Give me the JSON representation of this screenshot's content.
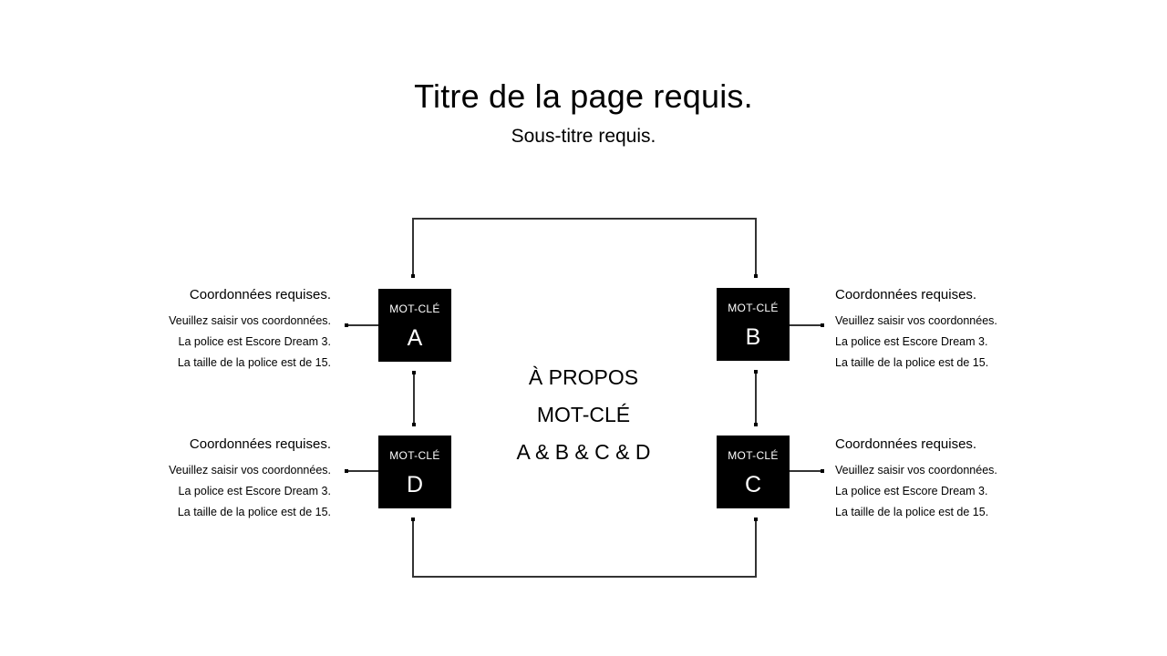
{
  "page": {
    "title": "Titre de la page requis.",
    "subtitle": "Sous-titre requis."
  },
  "center": {
    "line1": "À PROPOS",
    "line2": "MOT-CLÉ",
    "line3": "A & B & C & D"
  },
  "boxes": [
    {
      "id": "A",
      "keyword": "MOT-CLÉ",
      "letter": "A"
    },
    {
      "id": "B",
      "keyword": "MOT-CLÉ",
      "letter": "B"
    },
    {
      "id": "C",
      "keyword": "MOT-CLÉ",
      "letter": "C"
    },
    {
      "id": "D",
      "keyword": "MOT-CLÉ",
      "letter": "D"
    }
  ],
  "info": [
    {
      "for": "A",
      "heading": "Coordonnées requises.",
      "lines": [
        "Veuillez saisir vos coordonnées.",
        "La police est Escore Dream 3.",
        "La taille de la police est de 15."
      ]
    },
    {
      "for": "B",
      "heading": "Coordonnées requises.",
      "lines": [
        "Veuillez saisir vos coordonnées.",
        "La police est Escore Dream 3.",
        "La taille de la police est de 15."
      ]
    },
    {
      "for": "C",
      "heading": "Coordonnées requises.",
      "lines": [
        "Veuillez saisir vos coordonnées.",
        "La police est Escore Dream 3.",
        "La taille de la police est de 15."
      ]
    },
    {
      "for": "D",
      "heading": "Coordonnées requises.",
      "lines": [
        "Veuillez saisir vos coordonnées.",
        "La police est Escore Dream 3.",
        "La taille de la police est de 15."
      ]
    }
  ],
  "colors": {
    "background": "#ffffff",
    "box": "#000000",
    "box_text": "#ffffff",
    "line": "#333333",
    "text": "#000000"
  }
}
